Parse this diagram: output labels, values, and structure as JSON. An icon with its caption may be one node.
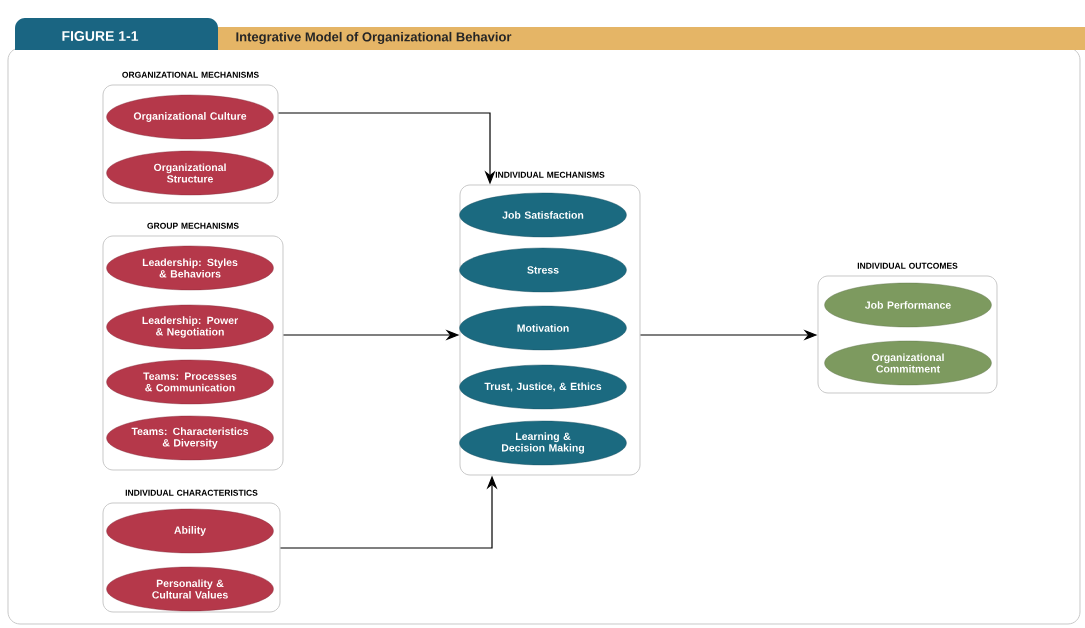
{
  "diagram": {
    "title": "Integrative Model of Organizational Behavior",
    "nodes": [
      {
        "text": [
          "ORGANIZATIONAL MECHANISMS"
        ]
      },
      {
        "text": [
          "Organizational Culture"
        ],
        "in": 0
      },
      {
        "text": [
          "Organizational Structure"
        ],
        "in": 0
      },
      {
        "text": [
          "GROUP MECHANISMS"
        ]
      },
      {
        "text": [
          "Leadership: Styles & Behaviors"
        ],
        "in": 3
      },
      {
        "text": [
          "Leadership: Power & Negotiation"
        ],
        "in": 3
      },
      {
        "text": [
          "Teams: Processes & Communication"
        ],
        "in": 3
      },
      {
        "text": [
          "Teams: Characteristics & Diversity"
        ],
        "in": 3
      },
      {
        "text": [
          "INDIVIDUAL CHARACTERISTICS"
        ]
      },
      {
        "text": [
          "Ability"
        ],
        "in": 8
      },
      {
        "text": [
          "Personality & Cultural Values"
        ],
        "in": 8
      },
      {
        "text": [
          "INDIVIDUAL MECHANISMS"
        ]
      },
      {
        "text": [
          "Job Satisfaction"
        ],
        "in": 11
      },
      {
        "text": [
          "Stress"
        ],
        "in": 11
      },
      {
        "text": [
          "Motivation"
        ],
        "in": 11
      },
      {
        "text": [
          "Trust, Justice, & Ethics"
        ],
        "in": 11
      },
      {
        "text": [
          "Learning & Decision Making"
        ],
        "in": 11
      },
      {
        "text": [
          "INDIVIDUAL OUTCOMES"
        ]
      },
      {
        "text": [
          "Job Performance"
        ],
        "in": 17
      },
      {
        "text": [
          "Organizational Commitment"
        ],
        "in": 17
      }
    ],
    "edges": [
      {
        "from": 0,
        "to": 11,
        "arrow": "to"
      },
      {
        "from": 3,
        "to": 11,
        "arrow": "to"
      },
      {
        "from": 8,
        "to": 11,
        "arrow": "to"
      },
      {
        "from": 11,
        "to": 17,
        "arrow": "to"
      }
    ],
    "labels": [
      "FIGURE 1-1"
    ]
  }
}
